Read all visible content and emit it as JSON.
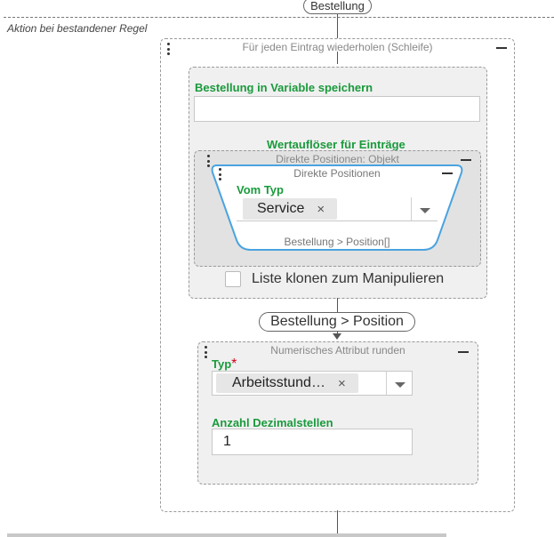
{
  "top_node": {
    "label": "Bestellung"
  },
  "section": {
    "title": "Aktion bei bestandener Regel"
  },
  "loop": {
    "title": "Für jeden Eintrag wiederholen (Schleife)"
  },
  "save_variable": {
    "label": "Bestellung in Variable speichern",
    "value": ""
  },
  "resolver": {
    "heading": "Wertauflöser für Einträge",
    "title": "Direkte Positionen: Objekt"
  },
  "positions": {
    "title": "Direkte Positionen",
    "type_label": "Vom Typ",
    "chip": "Service",
    "chip_remove": "×",
    "footer": "Bestellung > Position[]"
  },
  "clone": {
    "label": "Liste klonen zum Manipulieren",
    "checked": false
  },
  "middle_node": {
    "label": "Bestellung > Position"
  },
  "round": {
    "title": "Numerisches Attribut runden",
    "type_label": "Typ",
    "required_mark": "*",
    "type_chip": "Arbeitsstund…",
    "chip_remove": "×",
    "decimals_label": "Anzahl Dezimalstellen",
    "decimals_value": "1"
  },
  "colors": {
    "accent_green": "#1a9a3c",
    "required_red": "#d0021b",
    "highlight_blue": "#4aa3e0"
  },
  "icons": {
    "menu": "kebab-menu-icon",
    "collapse": "minus-icon",
    "dropdown": "chevron-down-icon",
    "remove": "close-icon"
  }
}
